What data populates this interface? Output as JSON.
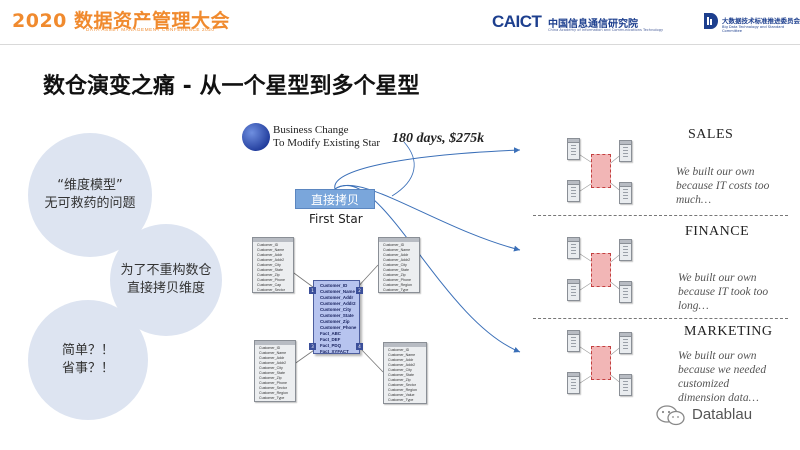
{
  "header": {
    "year_title": "2020 数据资产管理大会",
    "subtitle": "DATA ASSET MANAGEMENT CONFERENCE 2020",
    "caict_logo": "CAICT",
    "caict_name_cn": "中国信息通信研究院",
    "caict_name_en": "China Academy of Information and Communications Technology",
    "bdc_name_cn": "大数据技术标准推进委员会",
    "bdc_name_en": "Big Data Technology and Standard Committee",
    "brand_color": "#f08a2e",
    "caict_color": "#1d3f8e"
  },
  "slide": {
    "title": "数仓演变之痛 - 从一个星型到多个星型",
    "bubbles": [
      {
        "text": "“维度模型”\n无可救药的问题"
      },
      {
        "text": "为了不重构数仓\n直接拷贝维度"
      },
      {
        "text": "简单？！\n省事？！"
      }
    ],
    "business_change": "Business Change\nTo Modify Existing Star",
    "cost": "180 days, $275k",
    "copy_label": "直接拷贝",
    "first_star": "First Star",
    "departments": [
      {
        "name": "SALES",
        "note": "We built our own\nbecause IT costs too\nmuch…"
      },
      {
        "name": "FINANCE",
        "note": "We built our own\nbecause IT took too\nlong…"
      },
      {
        "name": "MARKETING",
        "note": "We built our own\nbecause we needed\ncustomized\ndimension data…"
      }
    ],
    "fact_table_rows": [
      "Customer_ID",
      "Customer_Name",
      "Customer_Addr",
      "Customer_Addr2",
      "Customer_City",
      "Customer_State",
      "Customer_Zip",
      "Customer_Phone",
      "Fact_ABC",
      "Fact_DEF",
      "Fact_PDQ",
      "Fact_XYFACT"
    ],
    "dimension_rows": [
      "Customer_ID",
      "Customer_Name",
      "Customer_Addr",
      "Customer_Addr2",
      "Customer_City",
      "Customer_State",
      "Customer_Zip",
      "Customer_Phone",
      "Customer_Cap",
      "Customer_Sector",
      "Customer_Region",
      "Customer_Type",
      "Customer_Value",
      "Customer_Phone",
      "Customer_Type"
    ],
    "star_markers": [
      "1",
      "2",
      "3",
      "4"
    ]
  },
  "watermark": {
    "brand": "Datablau",
    "icon": "wechat-icon"
  }
}
